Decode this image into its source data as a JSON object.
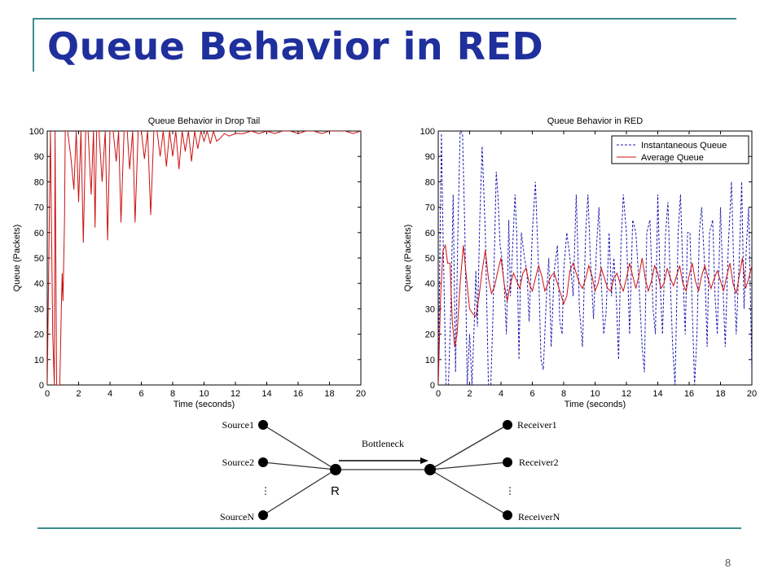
{
  "slide": {
    "title": "Queue Behavior in RED",
    "page_number": "8"
  },
  "colors": {
    "title": "#1f2f9c",
    "frame": "#3c8c8c",
    "instantaneous": "#1c1cb0",
    "average": "#cc1010"
  },
  "chart_data": [
    {
      "type": "line",
      "title": "Queue Behavior in Drop Tail",
      "xlabel": "Time (seconds)",
      "ylabel": "Queue (Packets)",
      "xlim": [
        0,
        20
      ],
      "ylim": [
        0,
        100
      ],
      "xticks": [
        0,
        2,
        4,
        6,
        8,
        10,
        12,
        14,
        16,
        18,
        20
      ],
      "yticks": [
        0,
        10,
        20,
        30,
        40,
        50,
        60,
        70,
        80,
        90,
        100
      ],
      "grid": false,
      "series": [
        {
          "style": "solid",
          "color": "#cc1010",
          "x": [
            0,
            0.05,
            0.2,
            0.35,
            0.45,
            0.5,
            0.6,
            0.7,
            0.8,
            0.9,
            0.95,
            1.0,
            1.1,
            1.15,
            1.2,
            1.3,
            1.5,
            1.7,
            1.85,
            2.0,
            2.15,
            2.3,
            2.45,
            2.6,
            2.8,
            2.95,
            3.05,
            3.15,
            3.3,
            3.5,
            3.7,
            3.85,
            4.0,
            4.2,
            4.4,
            4.55,
            4.7,
            4.9,
            5.1,
            5.25,
            5.45,
            5.6,
            5.8,
            6.0,
            6.2,
            6.4,
            6.6,
            6.8,
            7.0,
            7.2,
            7.4,
            7.6,
            7.8,
            8.0,
            8.2,
            8.4,
            8.6,
            8.8,
            9.0,
            9.2,
            9.4,
            9.6,
            9.8,
            10.0,
            10.2,
            10.4,
            10.6,
            10.8,
            11.0,
            11.3,
            11.6,
            12.0,
            12.5,
            13.0,
            13.5,
            14.0,
            14.5,
            15.0,
            15.5,
            16.0,
            16.5,
            17.0,
            17.5,
            18.0,
            18.5,
            19.0,
            19.5,
            20.0
          ],
          "y": [
            0,
            25,
            100,
            20,
            0,
            100,
            0,
            0,
            0,
            30,
            44,
            33,
            65,
            100,
            100,
            100,
            90,
            77,
            100,
            72,
            100,
            56,
            100,
            100,
            75,
            100,
            62,
            100,
            100,
            80,
            100,
            57,
            100,
            100,
            88,
            100,
            64,
            100,
            100,
            85,
            100,
            64,
            100,
            100,
            89,
            100,
            67,
            100,
            100,
            90,
            100,
            86,
            100,
            90,
            100,
            85,
            100,
            92,
            100,
            88,
            100,
            93,
            100,
            96,
            100,
            95,
            100,
            96,
            97,
            99,
            98,
            99,
            99,
            100,
            99,
            100,
            99,
            100,
            100,
            99,
            100,
            100,
            99,
            100,
            100,
            100,
            99,
            100
          ]
        }
      ]
    },
    {
      "type": "line",
      "title": "Queue Behavior in RED",
      "xlabel": "Time (seconds)",
      "ylabel": "Queue (Packets)",
      "xlim": [
        0,
        20
      ],
      "ylim": [
        0,
        100
      ],
      "xticks": [
        0,
        2,
        4,
        6,
        8,
        10,
        12,
        14,
        16,
        18,
        20
      ],
      "yticks": [
        0,
        10,
        20,
        30,
        40,
        50,
        60,
        70,
        80,
        90,
        100
      ],
      "grid": false,
      "legend": "top-right",
      "series": [
        {
          "name": "Instantaneous Queue",
          "style": "dashed",
          "color": "#1c1cb0",
          "x": [
            0,
            0.2,
            0.3,
            0.5,
            0.65,
            0.8,
            0.95,
            1.1,
            1.25,
            1.4,
            1.55,
            1.7,
            1.85,
            2.0,
            2.15,
            2.3,
            2.4,
            2.5,
            2.65,
            2.8,
            3.0,
            3.2,
            3.35,
            3.5,
            3.7,
            3.8,
            3.95,
            4.05,
            4.2,
            4.35,
            4.5,
            4.6,
            4.75,
            4.9,
            5.0,
            5.15,
            5.3,
            5.5,
            5.65,
            5.8,
            6.0,
            6.2,
            6.4,
            6.55,
            6.7,
            6.9,
            7.05,
            7.2,
            7.4,
            7.6,
            7.75,
            7.9,
            8.0,
            8.2,
            8.4,
            8.6,
            8.8,
            9.0,
            9.2,
            9.4,
            9.55,
            9.7,
            9.9,
            10.1,
            10.25,
            10.4,
            10.55,
            10.7,
            10.9,
            11.05,
            11.2,
            11.35,
            11.5,
            11.65,
            11.8,
            12.0,
            12.2,
            12.4,
            12.6,
            12.8,
            13.0,
            13.15,
            13.3,
            13.5,
            13.7,
            13.85,
            14.0,
            14.15,
            14.3,
            14.5,
            14.65,
            14.8,
            14.95,
            15.1,
            15.3,
            15.45,
            15.6,
            15.75,
            15.9,
            16.05,
            16.2,
            16.35,
            16.5,
            16.65,
            16.8,
            17.0,
            17.15,
            17.3,
            17.5,
            17.65,
            17.8,
            18.0,
            18.15,
            18.3,
            18.5,
            18.7,
            18.85,
            19.0,
            19.2,
            19.35,
            19.5,
            19.65,
            19.8,
            20.0
          ],
          "y": [
            0,
            99,
            60,
            0,
            0,
            30,
            75,
            5,
            60,
            100,
            99,
            60,
            0,
            20,
            0,
            25,
            45,
            23,
            65,
            94,
            60,
            0,
            0,
            30,
            84,
            75,
            55,
            50,
            40,
            20,
            65,
            35,
            55,
            75,
            60,
            10,
            60,
            50,
            45,
            25,
            60,
            80,
            45,
            10,
            6,
            35,
            50,
            15,
            45,
            55,
            25,
            20,
            45,
            60,
            50,
            35,
            75,
            30,
            15,
            60,
            75,
            50,
            26,
            55,
            70,
            40,
            20,
            28,
            60,
            35,
            50,
            35,
            10,
            55,
            75,
            60,
            20,
            65,
            60,
            40,
            15,
            5,
            60,
            65,
            30,
            20,
            75,
            40,
            20,
            60,
            72,
            40,
            15,
            0,
            60,
            75,
            45,
            20,
            60,
            60,
            30,
            0,
            20,
            60,
            70,
            45,
            15,
            60,
            65,
            35,
            20,
            70,
            40,
            15,
            55,
            80,
            45,
            20,
            50,
            80,
            30,
            55,
            70,
            5
          ]
        },
        {
          "name": "Average Queue",
          "style": "solid",
          "color": "#cc1010",
          "x": [
            0,
            0.15,
            0.3,
            0.45,
            0.6,
            0.75,
            0.9,
            1.05,
            1.2,
            1.4,
            1.6,
            1.8,
            2.0,
            2.2,
            2.4,
            2.6,
            2.8,
            3.0,
            3.2,
            3.4,
            3.6,
            3.8,
            4.0,
            4.2,
            4.4,
            4.6,
            4.8,
            5.0,
            5.2,
            5.4,
            5.6,
            5.8,
            6.0,
            6.2,
            6.4,
            6.6,
            6.8,
            7.0,
            7.2,
            7.4,
            7.6,
            7.8,
            8.0,
            8.2,
            8.4,
            8.6,
            8.8,
            9.0,
            9.2,
            9.4,
            9.6,
            9.8,
            10.0,
            10.2,
            10.4,
            10.6,
            10.8,
            11.0,
            11.2,
            11.4,
            11.6,
            11.8,
            12.0,
            12.2,
            12.4,
            12.6,
            12.8,
            13.0,
            13.2,
            13.4,
            13.6,
            13.8,
            14.0,
            14.2,
            14.4,
            14.6,
            14.8,
            15.0,
            15.2,
            15.4,
            15.6,
            15.8,
            16.0,
            16.2,
            16.4,
            16.6,
            16.8,
            17.0,
            17.2,
            17.4,
            17.6,
            17.8,
            18.0,
            18.2,
            18.4,
            18.6,
            18.8,
            19.0,
            19.2,
            19.4,
            19.6,
            19.8,
            20.0
          ],
          "y": [
            0,
            35,
            53,
            55,
            48,
            48,
            25,
            15,
            20,
            40,
            55,
            42,
            30,
            28,
            27,
            35,
            45,
            53,
            42,
            36,
            39,
            45,
            50,
            40,
            33,
            40,
            44,
            41,
            38,
            44,
            46,
            40,
            37,
            42,
            47,
            43,
            37,
            40,
            43,
            44,
            40,
            36,
            32,
            35,
            45,
            48,
            44,
            40,
            38,
            42,
            47,
            43,
            37,
            40,
            46,
            42,
            38,
            37,
            42,
            44,
            40,
            37,
            42,
            48,
            43,
            38,
            43,
            50,
            42,
            37,
            41,
            47,
            44,
            38,
            40,
            46,
            42,
            39,
            43,
            47,
            40,
            37,
            43,
            48,
            41,
            37,
            43,
            47,
            42,
            38,
            42,
            45,
            41,
            37,
            43,
            48,
            40,
            36,
            43,
            50,
            38,
            42,
            47
          ]
        }
      ]
    }
  ],
  "diagram": {
    "sources": [
      "Source1",
      "Source2",
      "SourceN"
    ],
    "receivers": [
      "Receiver1",
      "Receiver2",
      "ReceiverN"
    ],
    "router_label": "R",
    "link_label": "Bottleneck",
    "ellipsis": "⋮"
  }
}
